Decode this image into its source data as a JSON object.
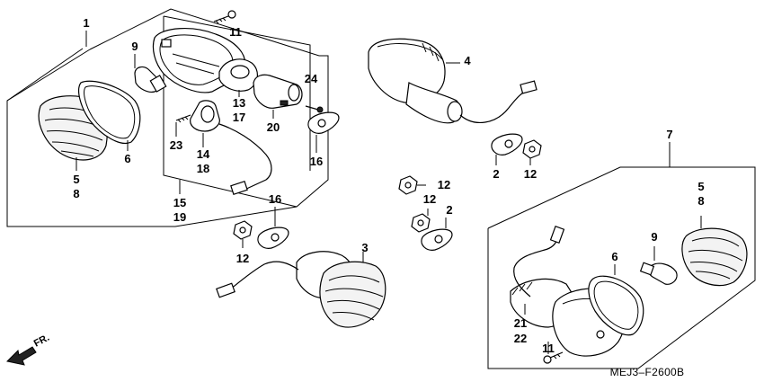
{
  "diagram": {
    "drawing_code": "MEJ3–F2600B",
    "direction_label": "FR.",
    "callouts": {
      "c1": "1",
      "c2a": "2",
      "c2b": "2",
      "c3": "3",
      "c4": "4",
      "c5a": "5",
      "c8a": "8",
      "c5b": "5",
      "c8b": "8",
      "c6a": "6",
      "c6b": "6",
      "c7": "7",
      "c9a": "9",
      "c9b": "9",
      "c11a": "11",
      "c11b": "11",
      "c12a": "12",
      "c12b": "12",
      "c12c": "12",
      "c12d": "12",
      "c13": "13",
      "c17": "17",
      "c14": "14",
      "c18": "18",
      "c15": "15",
      "c19": "19",
      "c16a": "16",
      "c16b": "16",
      "c20": "20",
      "c21": "21",
      "c22": "22",
      "c23": "23",
      "c24": "24"
    }
  }
}
